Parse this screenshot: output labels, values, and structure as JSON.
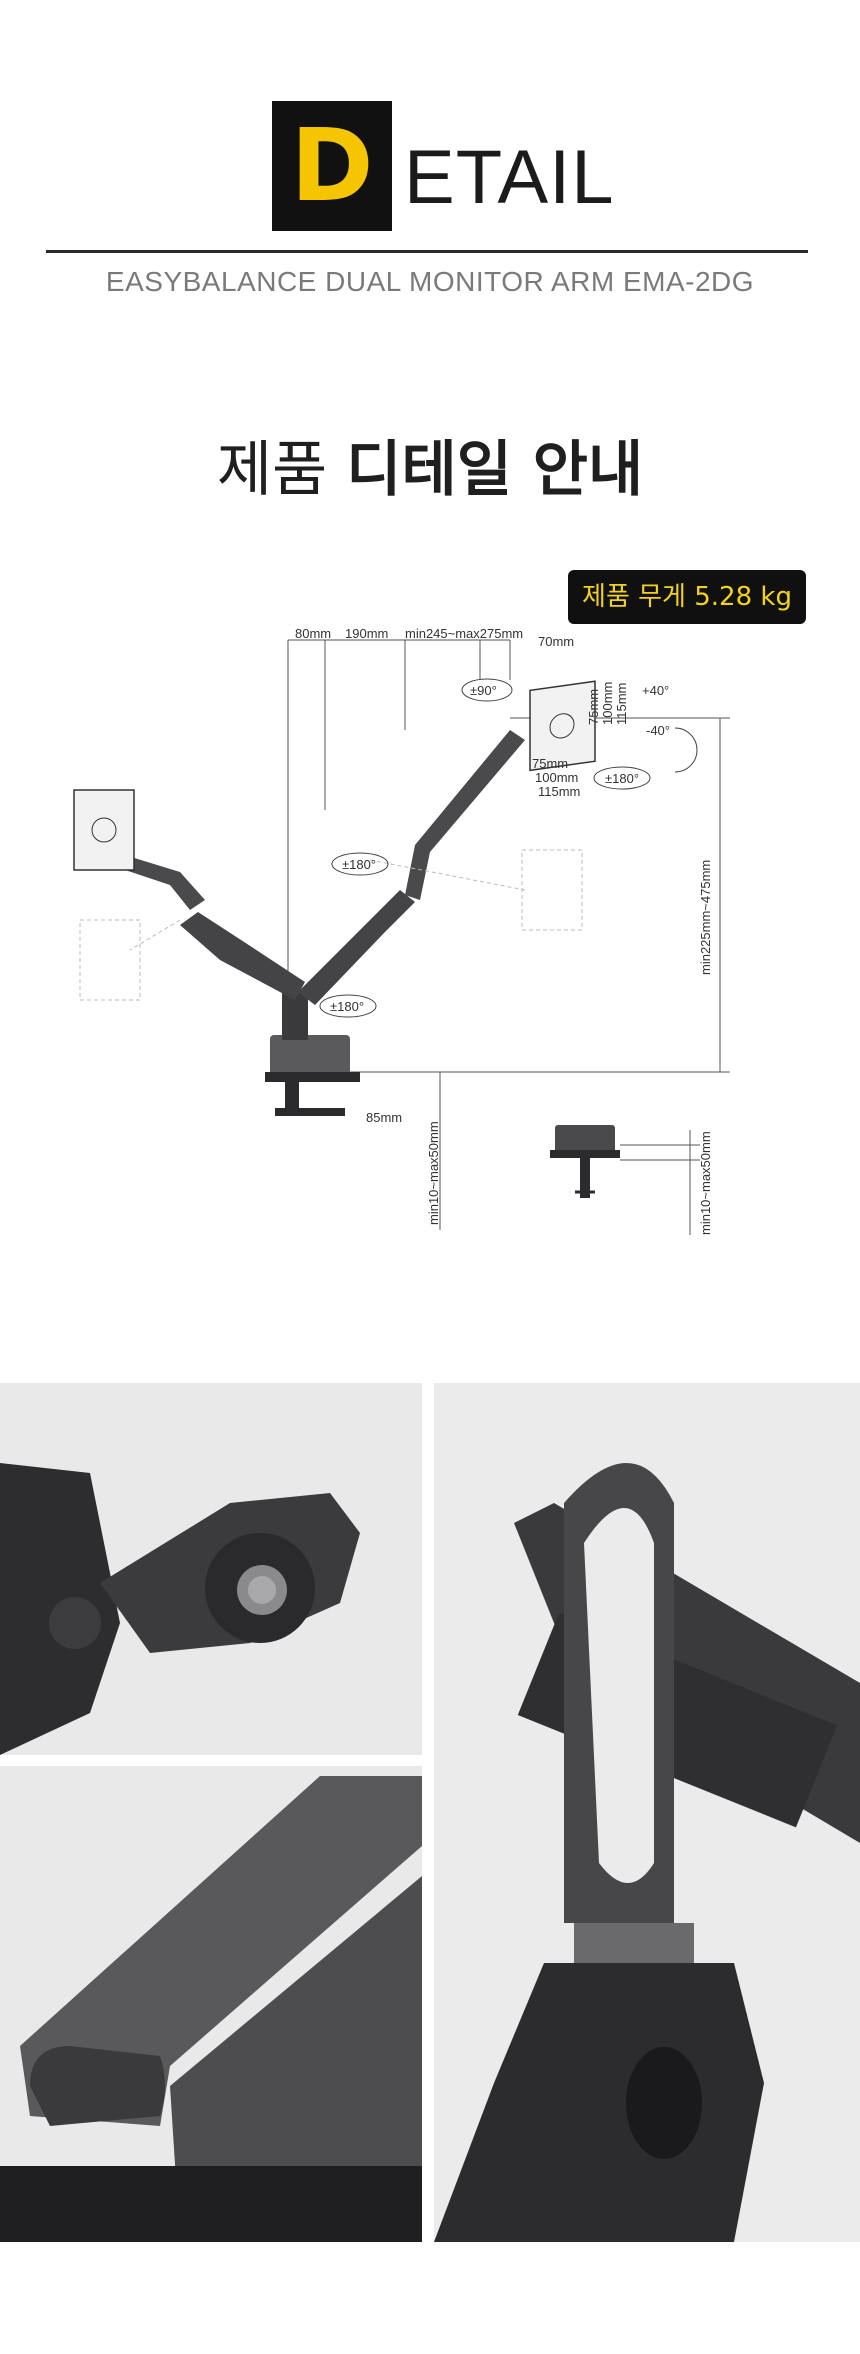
{
  "header": {
    "initial": "D",
    "title_rest": "ETAIL",
    "subtitle": "EASYBALANCE DUAL MONITOR ARM EMA-2DG"
  },
  "section": {
    "heading_light": "제품",
    "heading_bold": "디테일 안내",
    "weight_badge": "제품 무게 5.28 kg"
  },
  "diagram": {
    "dims": {
      "d80": "80mm",
      "d190": "190mm",
      "d245": "min245~max275mm",
      "d70": "70mm",
      "height": "min225mm~475mm",
      "clamp_depth": "85mm",
      "clamp_left": "min10~max50mm",
      "clamp_right": "min10~max50mm",
      "v75": "75mm",
      "v100": "100mm",
      "v115": "115mm",
      "h75": "75mm",
      "h100": "100mm",
      "h115": "115mm",
      "tilt_up": "+40°",
      "tilt_down": "-40°"
    },
    "rotations": {
      "r90": "±90°",
      "r180_right": "±180°",
      "r180_mid": "±180°",
      "r180_bottom": "±180°"
    }
  },
  "colors": {
    "accent_yellow": "#f4c500",
    "badge_bg": "#101010",
    "arm_dark": "#3a3a3c",
    "photo_bg": "#e8e8e8"
  }
}
